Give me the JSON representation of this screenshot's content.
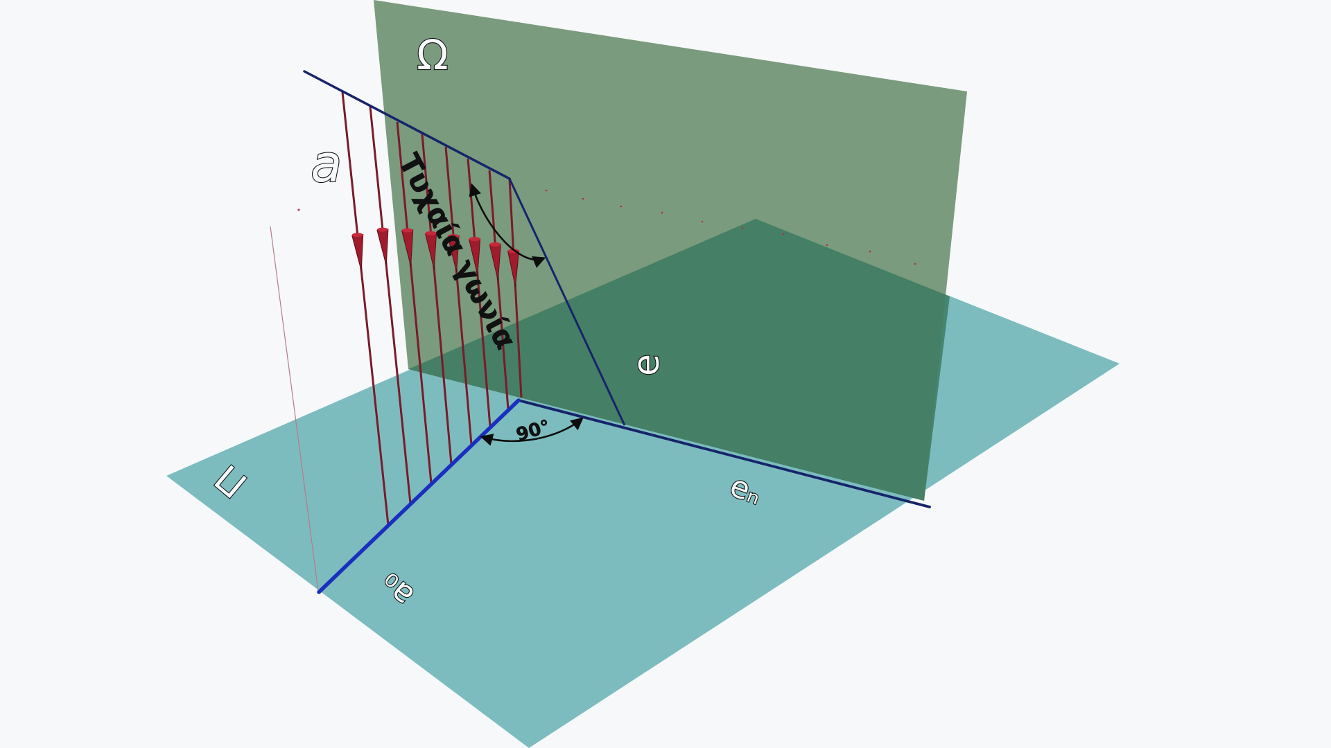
{
  "diagram": {
    "labels": {
      "plane_vertical": "Ω",
      "plane_horizontal": "Π",
      "line_a": "a",
      "line_e": "e",
      "line_e_prime": "eₙ",
      "line_a0": "a₀",
      "angle_right": "90°",
      "angle_rotation": "Τυχαία γωνία"
    },
    "colors": {
      "horizontal_plane": "#7cbcbf",
      "vertical_plane": "#6f9272",
      "overlap_region": "#3d7b61",
      "projectors": "#7a1a2a",
      "arrowheads": "#a01c2c",
      "line_e": "#16246a",
      "line_a0": "#1a2fbf",
      "angle_arcs": "#0d0d0d"
    }
  }
}
